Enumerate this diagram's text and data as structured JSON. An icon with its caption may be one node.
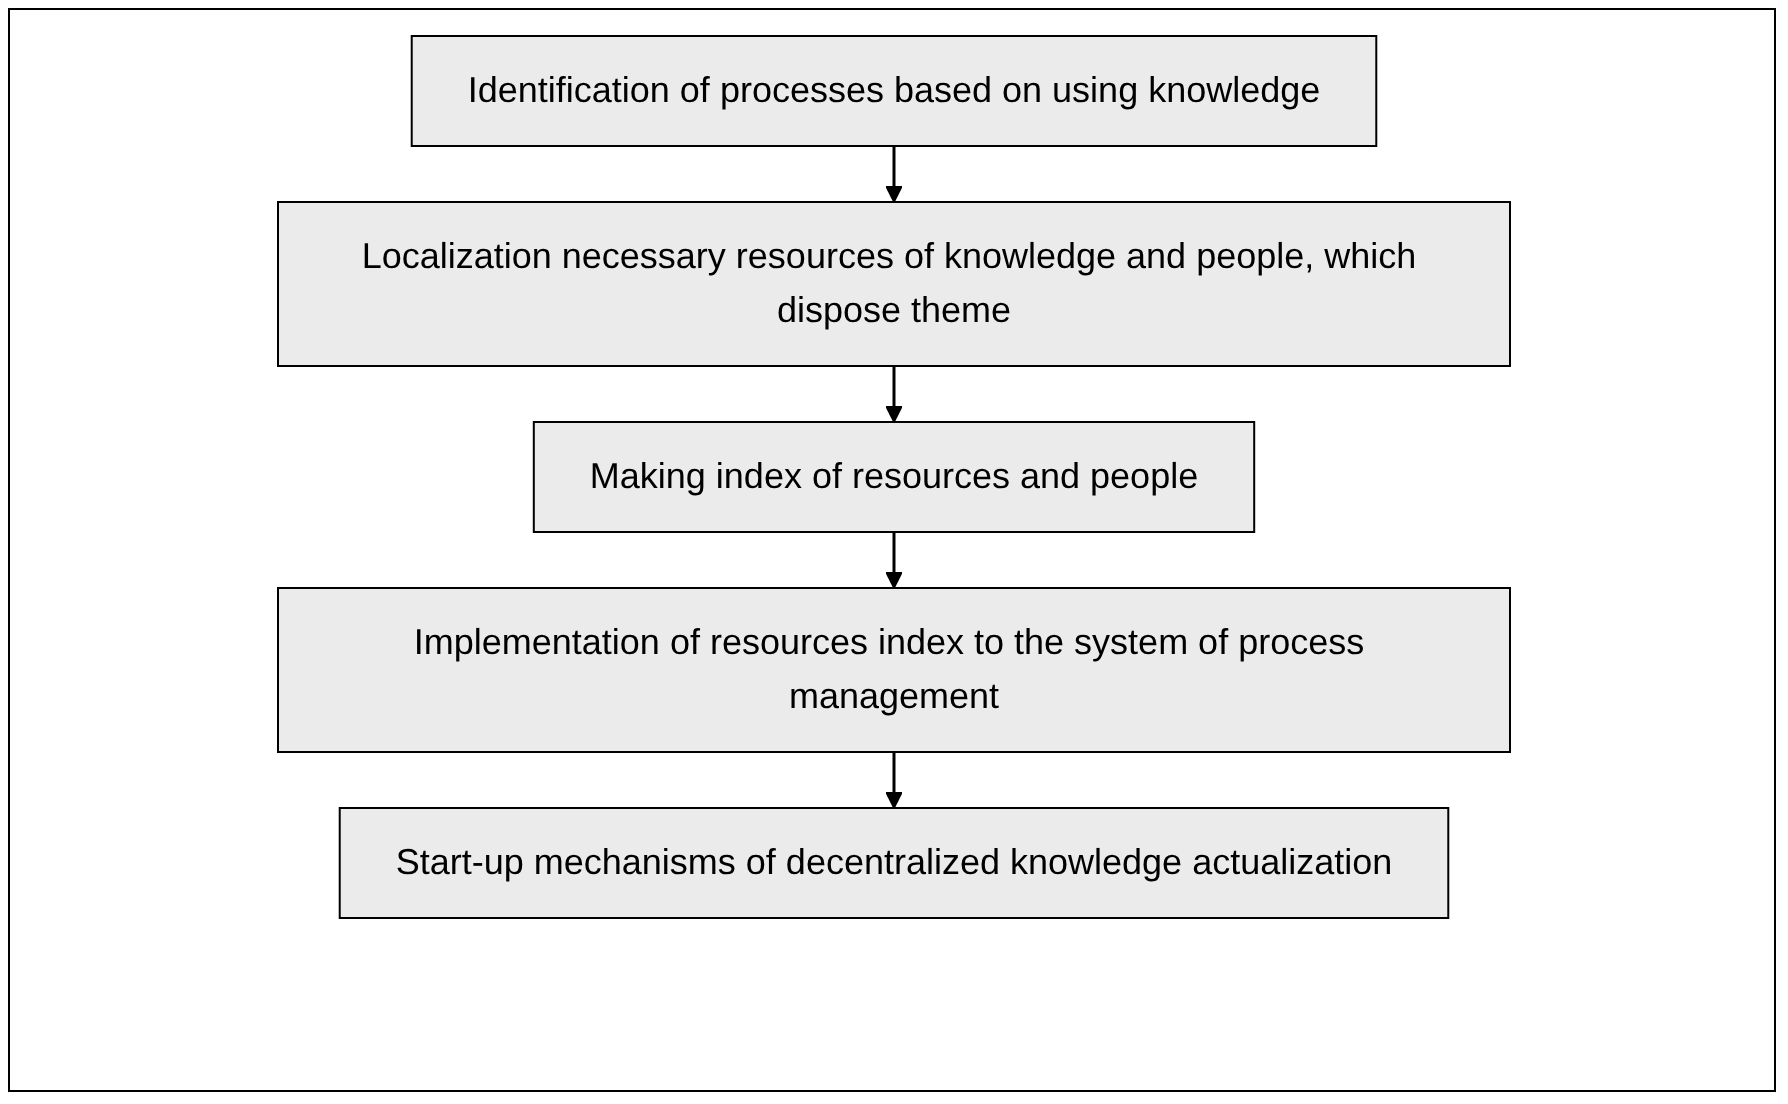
{
  "diagram": {
    "nodes": [
      {
        "text": [
          "Identification of processes based on using knowledge"
        ]
      },
      {
        "text": [
          "Localization necessary resources of knowledge and people, which dispose theme"
        ]
      },
      {
        "text": [
          "Making index of resources and people"
        ]
      },
      {
        "text": [
          "Implementation of resources index to the system of process management"
        ]
      },
      {
        "text": [
          "Start-up mechanisms of decentralized knowledge actualization"
        ]
      }
    ],
    "edges": [
      {
        "from": 0,
        "to": 1,
        "arrow": "to"
      },
      {
        "from": 1,
        "to": 2,
        "arrow": "to"
      },
      {
        "from": 2,
        "to": 3,
        "arrow": "to"
      },
      {
        "from": 3,
        "to": 4,
        "arrow": "to"
      }
    ]
  }
}
